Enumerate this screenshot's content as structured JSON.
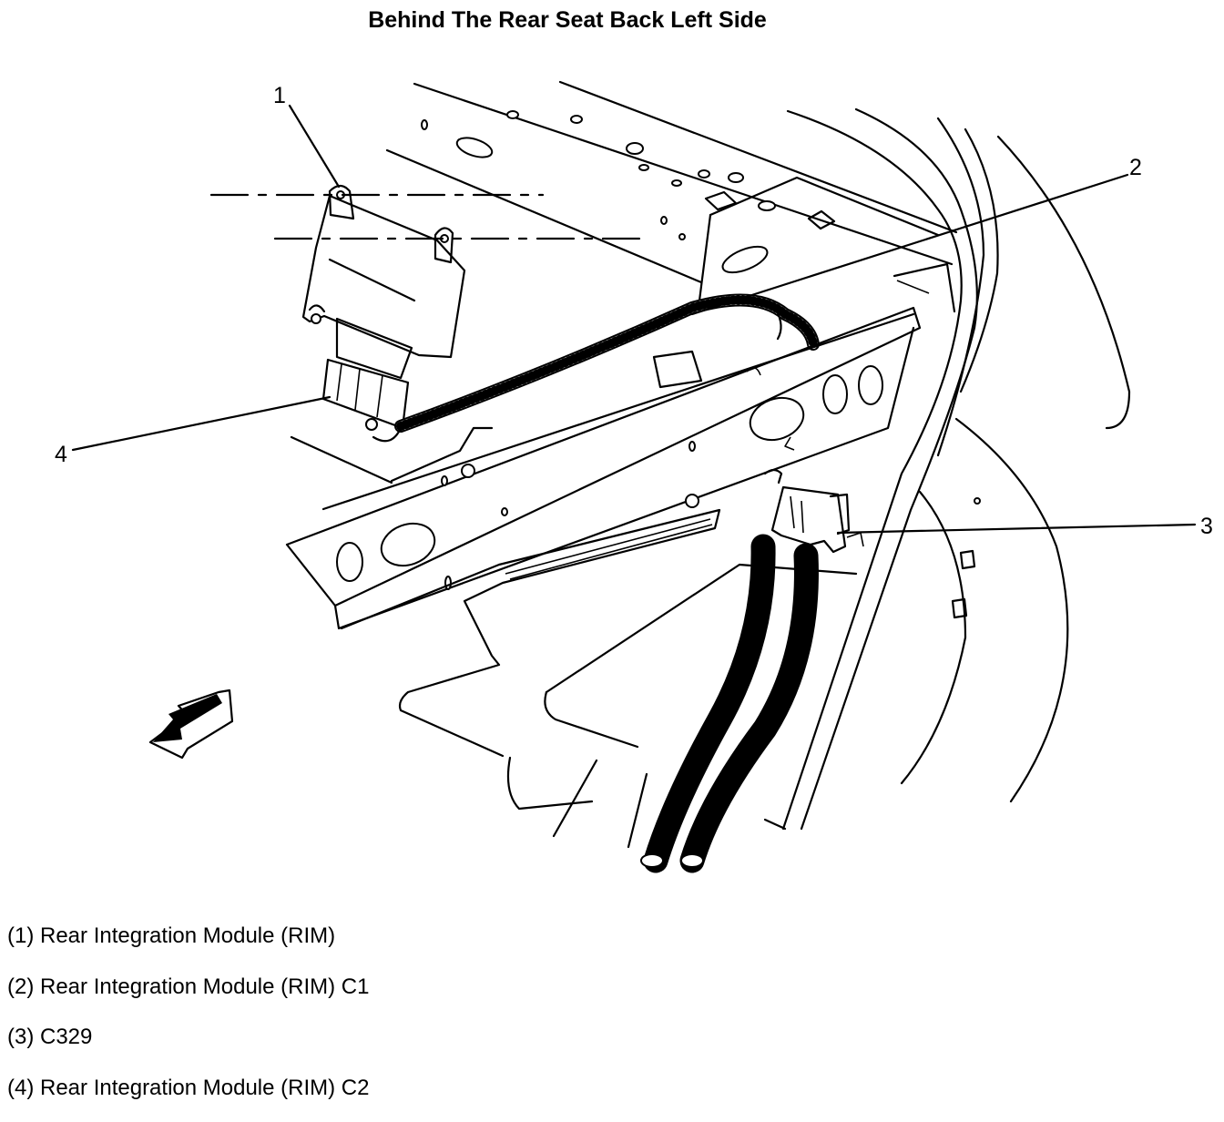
{
  "title": "Behind The Rear Seat Back Left Side",
  "callouts": [
    "1",
    "2",
    "3",
    "4"
  ],
  "legend": [
    "(1) Rear Integration Module (RIM)",
    "(2) Rear Integration Module (RIM) C1",
    "(3) C329",
    "(4) Rear Integration Module (RIM) C2"
  ],
  "icons": [
    "front-direction-arrow-icon"
  ]
}
